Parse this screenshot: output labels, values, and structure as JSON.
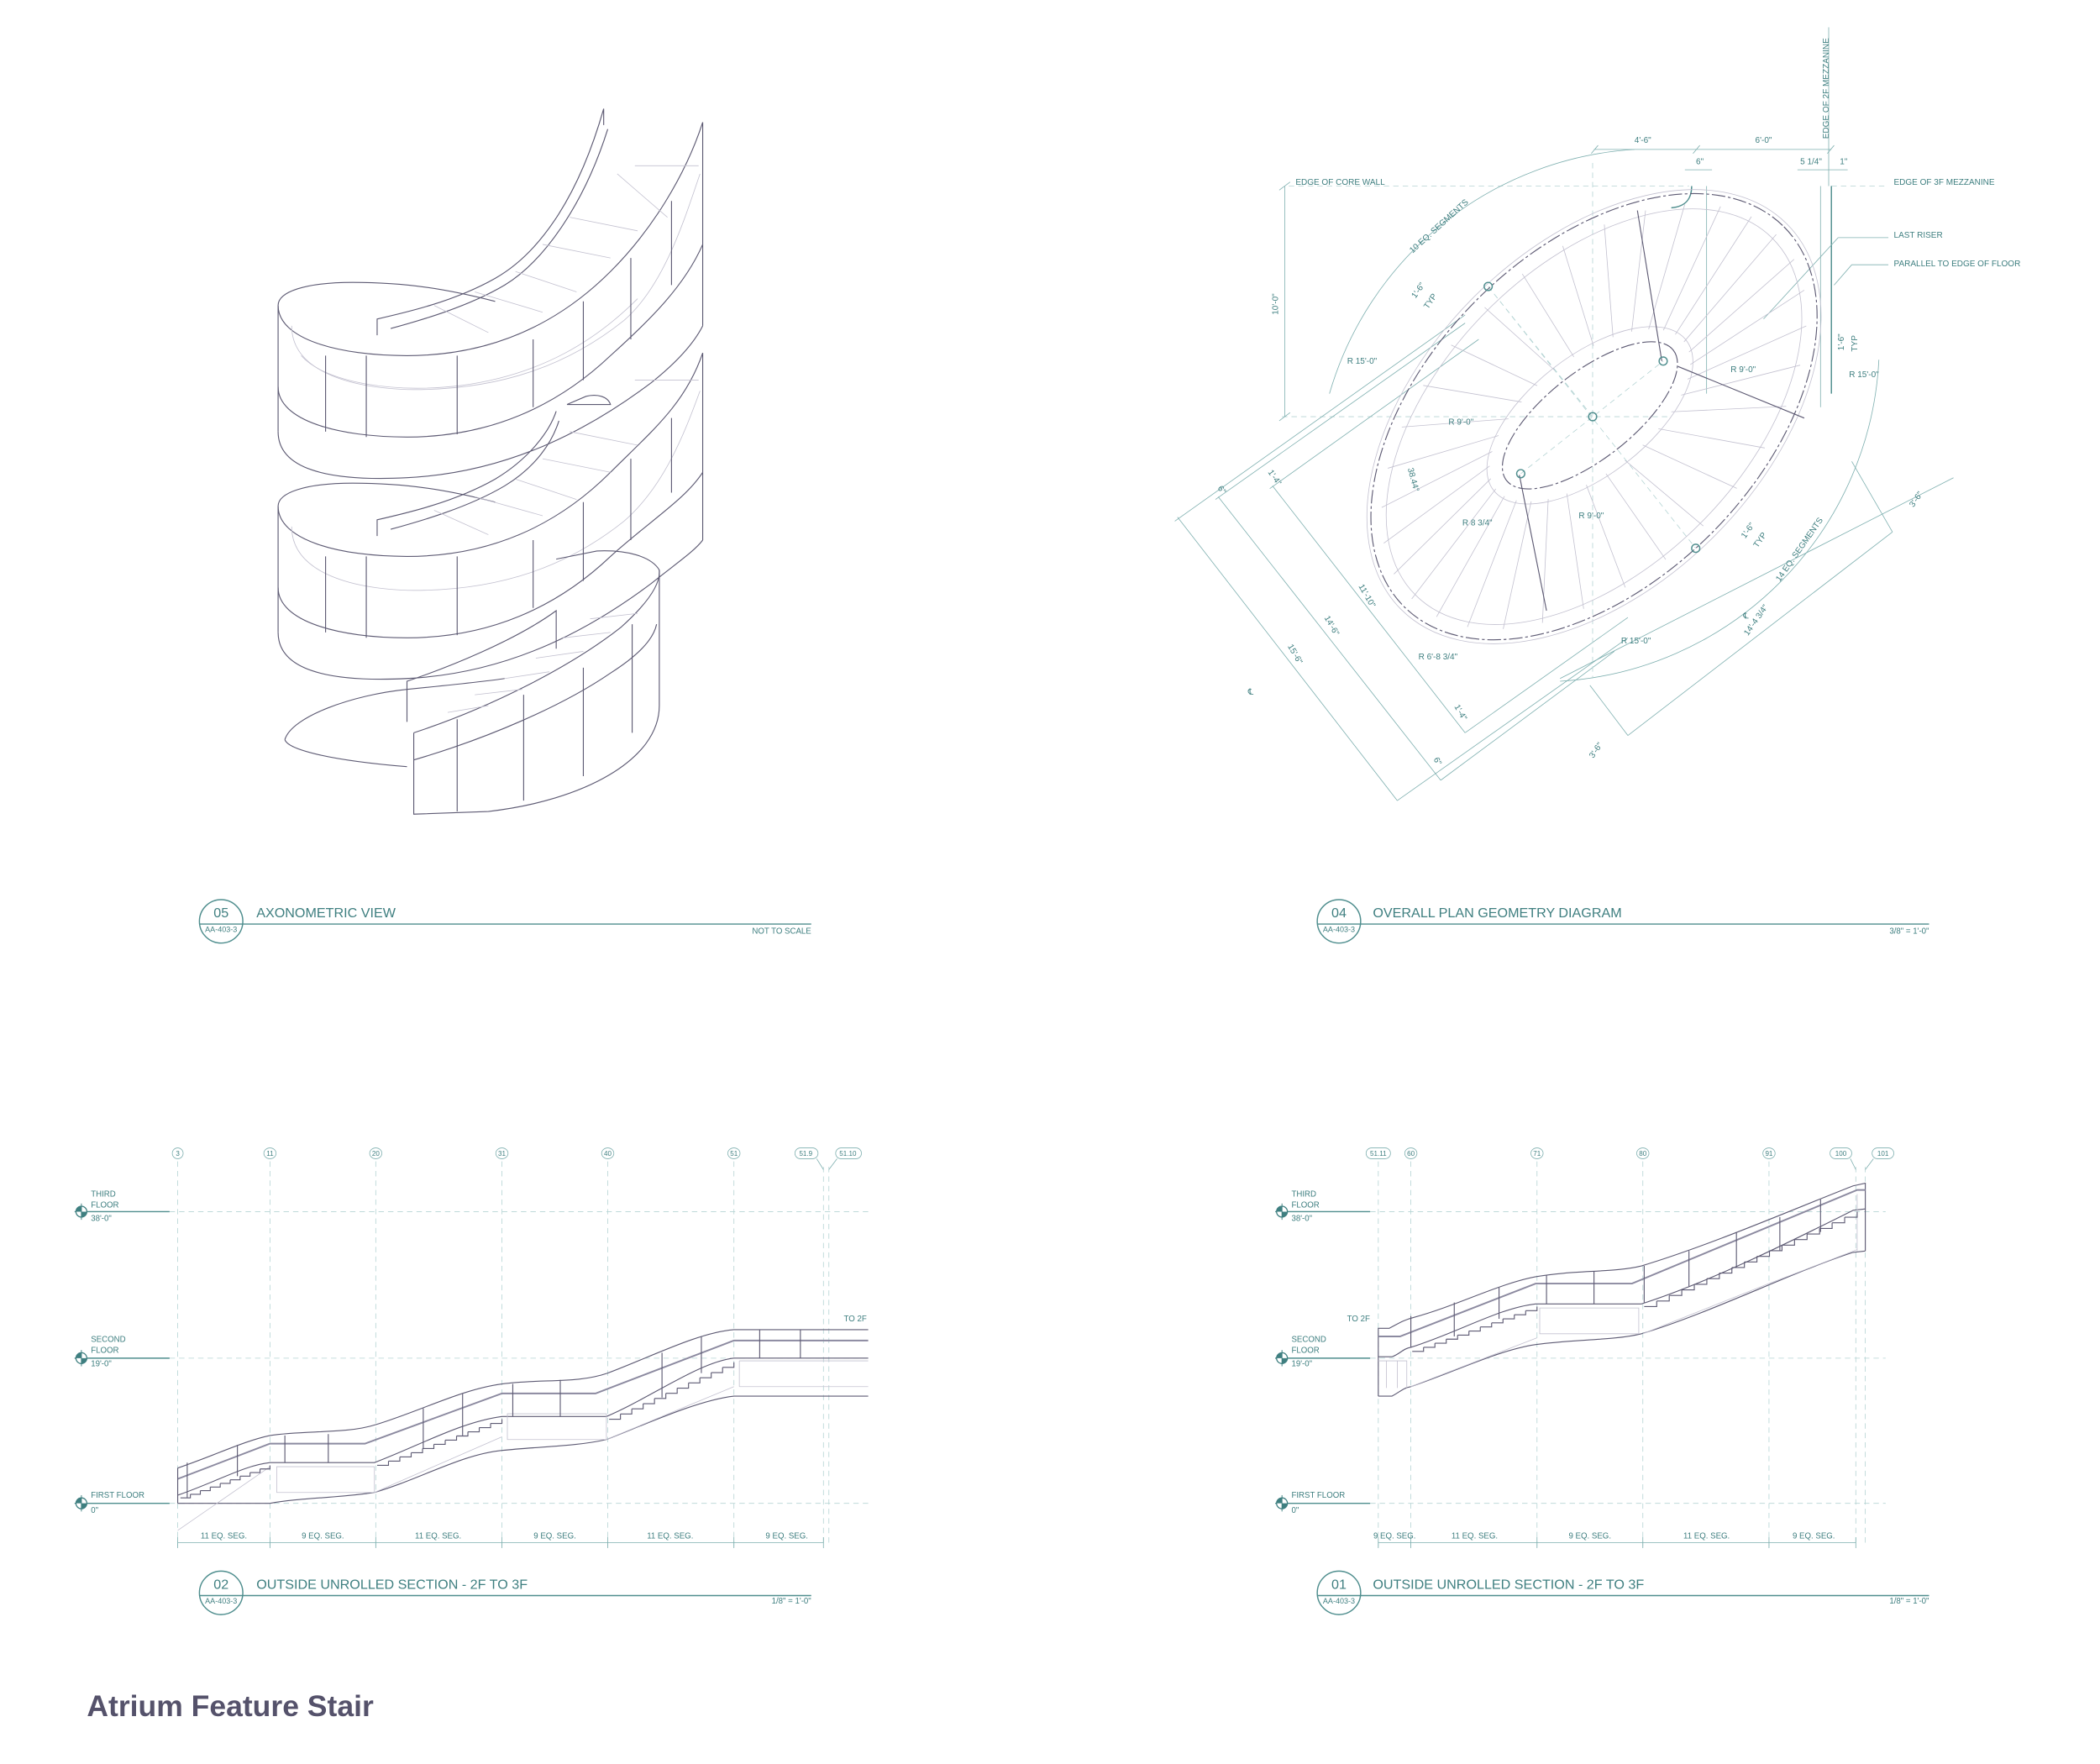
{
  "sheet_title": "Atrium Feature Stair",
  "blocks": [
    {
      "number": "05",
      "sheet": "AA-403-3",
      "title": "AXONOMETRIC VIEW",
      "scale": "NOT TO SCALE"
    },
    {
      "number": "04",
      "sheet": "AA-403-3",
      "title": "OVERALL PLAN GEOMETRY DIAGRAM",
      "scale": "3/8\" = 1'-0\""
    },
    {
      "number": "02",
      "sheet": "AA-403-3",
      "title": "OUTSIDE UNROLLED SECTION - 2F TO 3F",
      "scale": "1/8\" = 1'-0\""
    },
    {
      "number": "01",
      "sheet": "AA-403-3",
      "title": "OUTSIDE UNROLLED SECTION - 2F TO 3F",
      "scale": "1/8\" = 1'-0\""
    }
  ],
  "levels": [
    {
      "line1": "THIRD",
      "line2": "FLOOR",
      "elevation": "38'-0\""
    },
    {
      "line1": "SECOND",
      "line2": "FLOOR",
      "elevation": "19'-0\""
    },
    {
      "line1": "FIRST FLOOR",
      "line2": "",
      "elevation": "0\""
    }
  ],
  "section02": {
    "grid_labels": [
      "3",
      "11",
      "20",
      "31",
      "40",
      "51",
      "51.9",
      "51.10"
    ],
    "segments": [
      "11 EQ. SEG.",
      "9 EQ. SEG.",
      "11 EQ. SEG.",
      "9 EQ. SEG.",
      "11 EQ. SEG.",
      "9 EQ. SEG."
    ],
    "note": "TO 2F"
  },
  "section01": {
    "grid_labels": [
      "51.11",
      "60",
      "71",
      "80",
      "91",
      "100",
      "101"
    ],
    "segments": [
      "9 EQ. SEG.",
      "11 EQ. SEG.",
      "9 EQ. SEG.",
      "11 EQ. SEG.",
      "9 EQ. SEG."
    ],
    "note": "TO 2F"
  },
  "plan": {
    "labels": [
      "EDGE OF 2F MEZZANINE",
      "4'-6\"",
      "6'-0\"",
      "6\"",
      "5 1/4\"",
      "1\"",
      "EDGE OF CORE WALL",
      "EDGE OF 3F MEZZANINE",
      "10 EQ. SEGMENTS",
      "LAST RISER",
      "PARALLEL TO EDGE OF FLOOR",
      "10'-0\"",
      "1'-6\"",
      "TYP",
      "R 15'-0\"",
      "R 9'-0\"",
      "1'-6\"",
      "TYP",
      "R 15'-0\"",
      "R 9'-0\"",
      "38.44°",
      "R 8 3/4\"",
      "R 9'-0\"",
      "6\"",
      "1'-4\"",
      "3'-6\"",
      "1'-6\"",
      "TYP",
      "14 EQ. SEGMENTS",
      "11'-10\"",
      "14'-6\"",
      "15'-6\"",
      "R 6'-8 3/4\"",
      "R 15'-0\"",
      "14'-4 3/4\"",
      "1'-4\"",
      "6\"",
      "3'-6\"",
      "℄",
      "℄"
    ]
  },
  "colors": {
    "annotation": "#3f7f80",
    "linework": "#5d5a73",
    "title": "#55526b"
  }
}
